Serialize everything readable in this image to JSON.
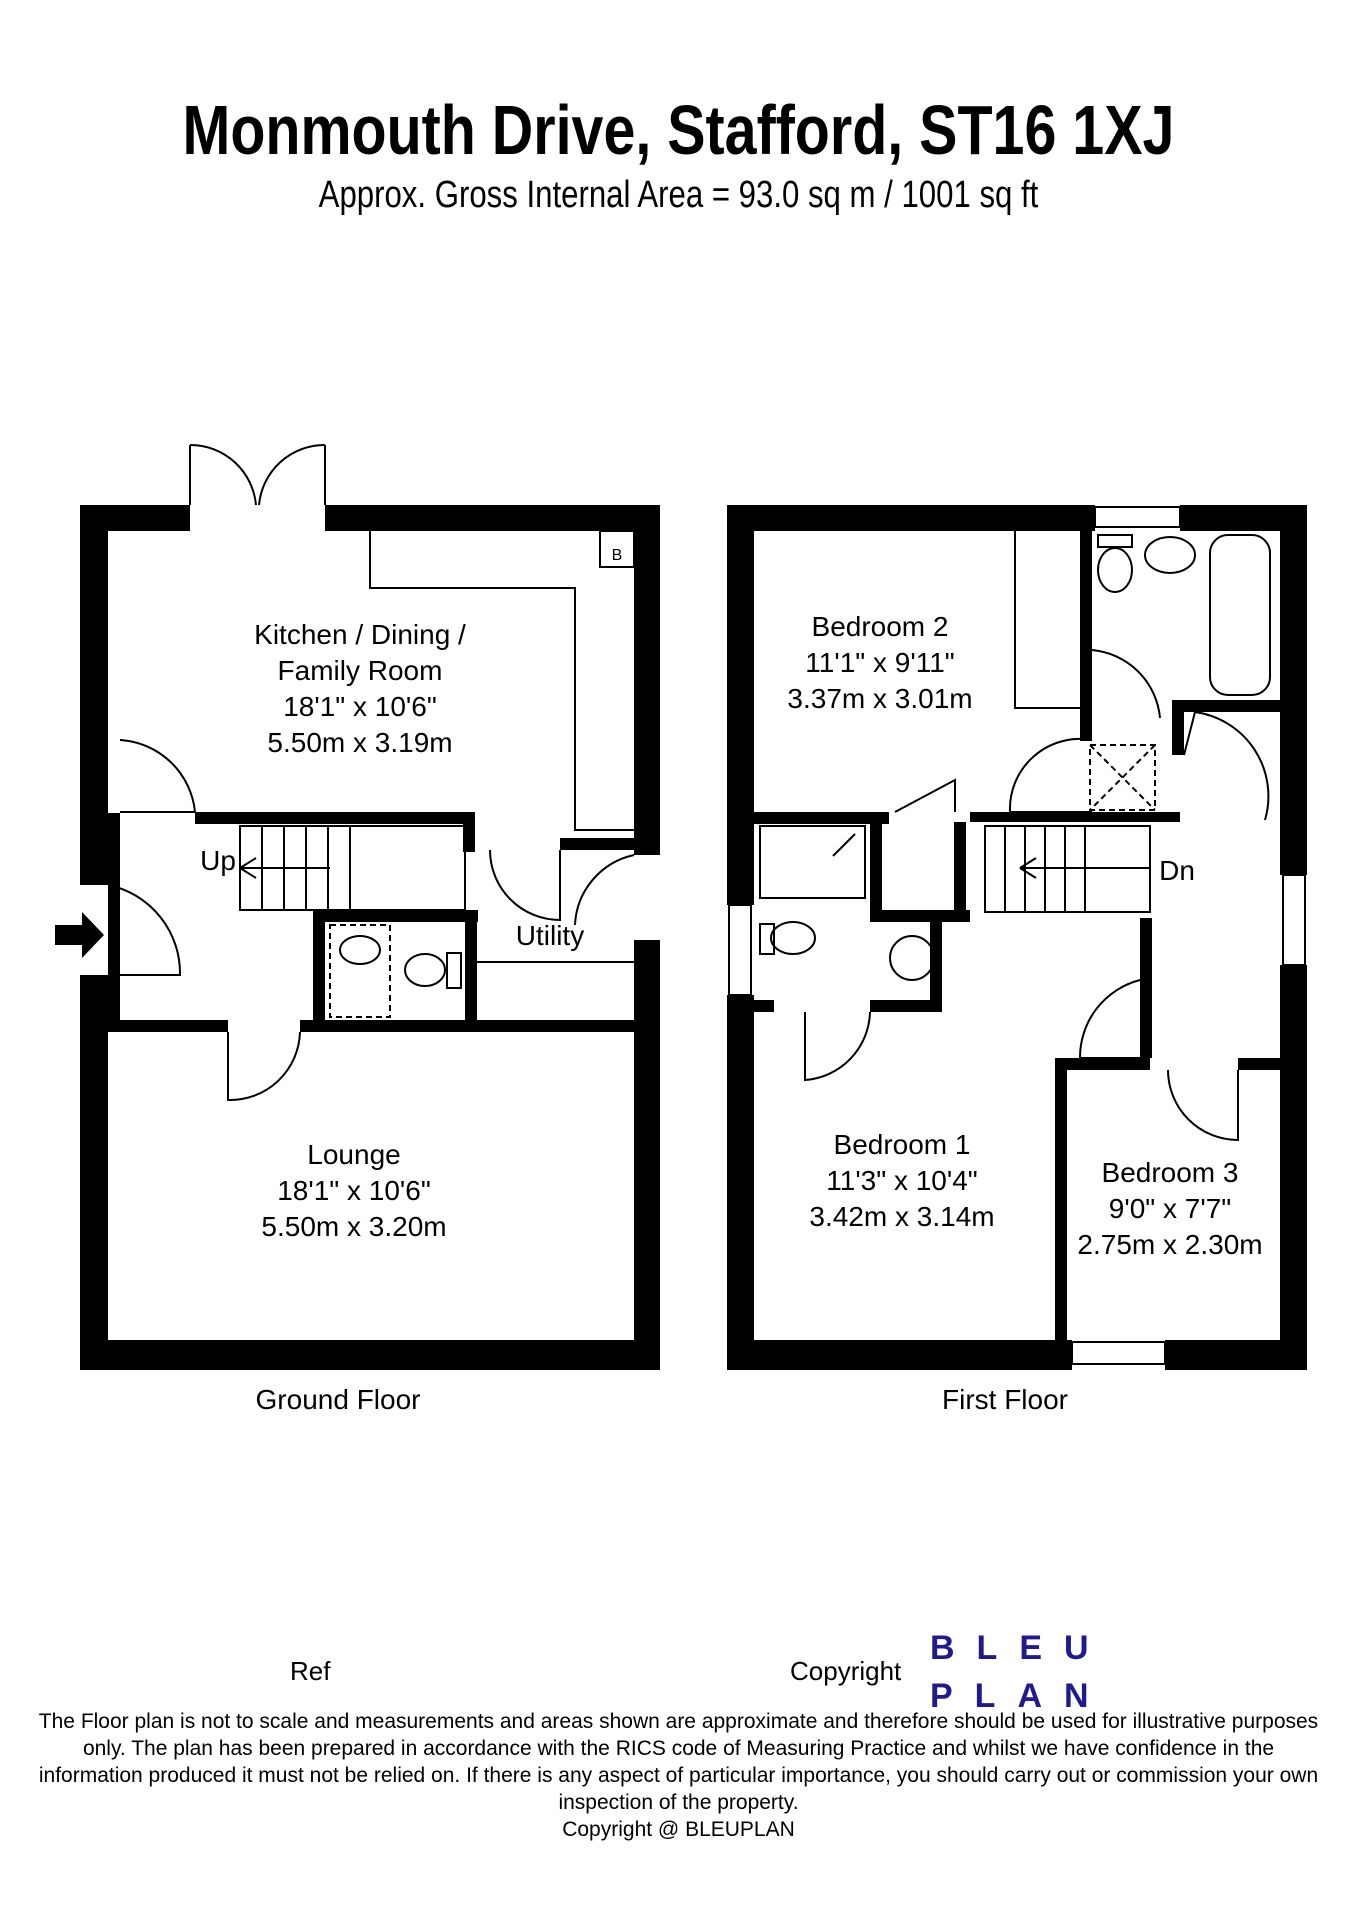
{
  "header": {
    "title": "Monmouth Drive, Stafford, ST16 1XJ",
    "subtitle": "Approx. Gross Internal Area = 93.0 sq m / 1001 sq ft"
  },
  "ground_floor": {
    "label": "Ground Floor",
    "rooms": {
      "kitchen": {
        "name_line1": "Kitchen / Dining /",
        "name_line2": "Family Room",
        "imperial": "18'1\" x 10'6\"",
        "metric": "5.50m x 3.19m"
      },
      "lounge": {
        "name": "Lounge",
        "imperial": "18'1\" x 10'6\"",
        "metric": "5.50m x 3.20m"
      },
      "utility": {
        "name": "Utility"
      }
    },
    "stairs_label": "Up",
    "boiler_label": "B"
  },
  "first_floor": {
    "label": "First Floor",
    "rooms": {
      "bedroom2": {
        "name": "Bedroom 2",
        "imperial": "11'1\" x 9'11\"",
        "metric": "3.37m x 3.01m"
      },
      "bedroom1": {
        "name": "Bedroom 1",
        "imperial": "11'3\" x 10'4\"",
        "metric": "3.42m x 3.14m"
      },
      "bedroom3": {
        "name": "Bedroom 3",
        "imperial": "9'0\" x 7'7\"",
        "metric": "2.75m x 2.30m"
      }
    },
    "stairs_label": "Dn"
  },
  "footer": {
    "ref_label": "Ref",
    "copyright_label": "Copyright",
    "logo_line1": "BLEU",
    "logo_line2": "PLAN",
    "logo_color": "#1f1b8f",
    "disclaimer": "The Floor plan is not to scale and measurements and areas shown are approximate and therefore should be used for illustrative purposes only. The plan has been prepared in accordance with the RICS code of Measuring Practice and whilst we have confidence in the information produced it must not be relied on. If there is any aspect of particular importance, you should carry out or commission your own inspection of the property.",
    "copyright_notice": "Copyright @ BLEUPLAN"
  }
}
